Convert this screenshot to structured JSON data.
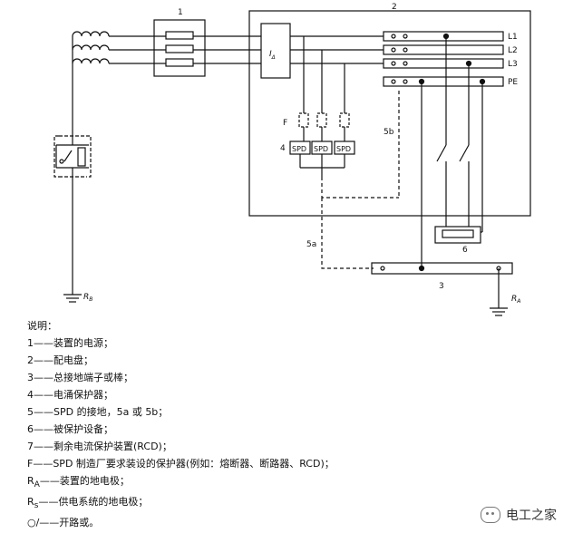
{
  "labels": {
    "n1": "1",
    "n2": "2",
    "n3": "3",
    "n4": "4",
    "n5a": "5a",
    "n5b": "5b",
    "n6": "6",
    "f": "F",
    "spd": "SPD",
    "rcd_main": "I",
    "rcd_sub": "Δ",
    "l1": "L1",
    "l2": "L2",
    "l3": "L3",
    "pe": "PE",
    "rb": "R",
    "rb_sub": "B",
    "ra": "R",
    "ra_sub": "A"
  },
  "legend": {
    "title": "说明：",
    "items": [
      "1——装置的电源；",
      "2——配电盘；",
      "3——总接地端子或棒；",
      "4——电涌保护器；",
      "5——SPD 的接地，5a 或 5b；",
      "6——被保护设备；",
      "7——剩余电流保护装置(RCD)；",
      "F——SPD 制造厂要求装设的保护器(例如：熔断器、断路器、RCD)；",
      "R<sub>A</sub>——装置的地电极；",
      "R<sub>s</sub>——供电系统的地电极；",
      "○/——开路或。"
    ]
  },
  "watermark": "电工之家"
}
